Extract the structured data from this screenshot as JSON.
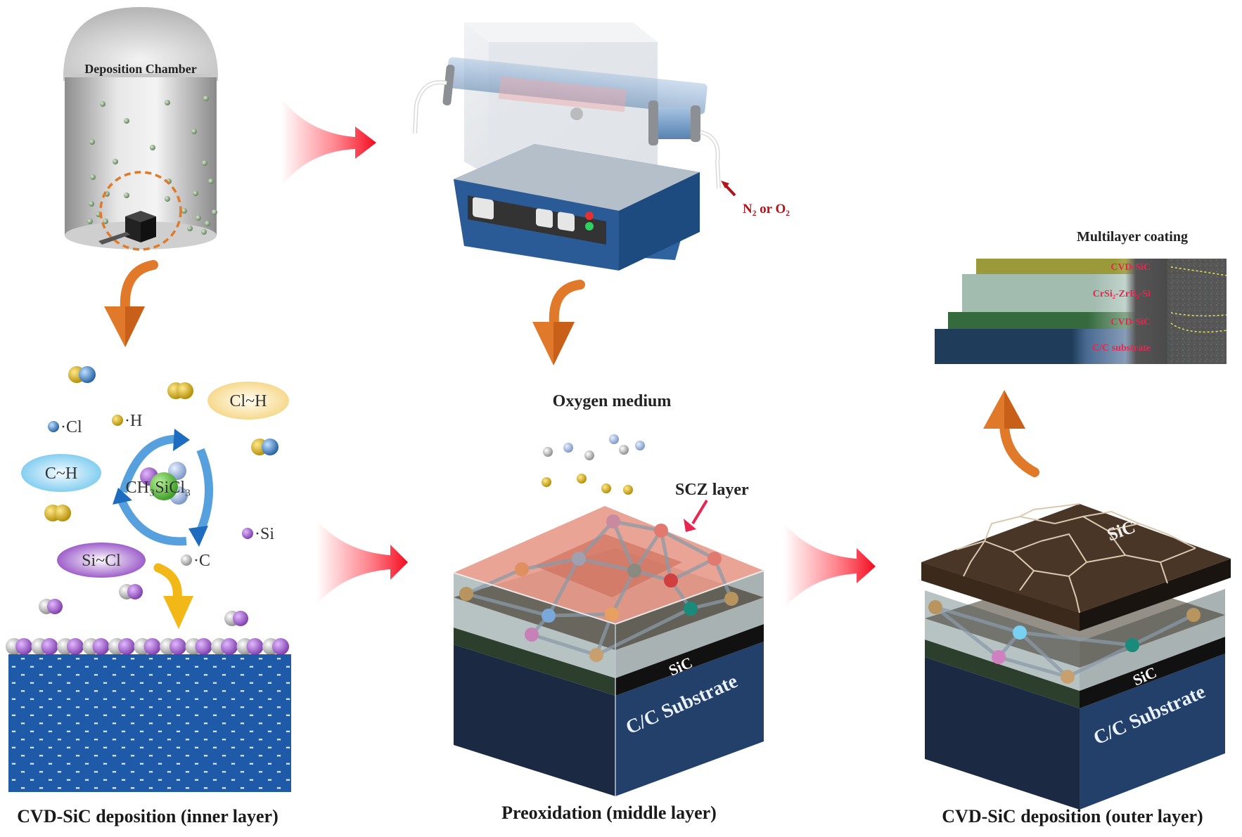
{
  "colors": {
    "red_arrow": "#f20a1e",
    "orange_arrow": "#e07a2a",
    "substrate_dark": "#1b2a42",
    "substrate_side": "#22406a",
    "sic_layer": "#2c3f2c",
    "scz_layer": "#e89a8a",
    "sic_grain": "#4a3626",
    "lattice_blue": "#1e5aa8",
    "furnace_base": "#2f63a0",
    "label_red": "#e8264f"
  },
  "panel_inner": {
    "chamber_title": "Deposition Chamber",
    "caption": "CVD-SiC deposition (inner layer)",
    "precursor": "CH₃SiCl₃",
    "species_labels": {
      "cl_radical": "·Cl",
      "h_radical": "·H",
      "si_radical": "·Si",
      "c_radical": "·C"
    },
    "bond_bubbles": {
      "cl_h": "Cl~H",
      "c_h": "C~H",
      "si_cl": "Si~Cl"
    }
  },
  "panel_middle": {
    "gas_label": "N₂ or O₂",
    "oxygen_label": "Oxygen medium",
    "scz_label": "SCZ layer",
    "sic_label": "SiC",
    "substrate_label": "C/C Substrate",
    "caption": "Preoxidation (middle layer)"
  },
  "panel_outer": {
    "top_sic_label": "SiC",
    "sic_label": "SiC",
    "substrate_label": "C/C Substrate",
    "caption": "CVD-SiC deposition (outer layer)"
  },
  "multilayer": {
    "title": "Multilayer coating",
    "layers": [
      {
        "label": "CVD-SiC",
        "color": "#9a9a3a"
      },
      {
        "label": "CrSi₂-ZrB₂-Si",
        "color": "#9fb8ad"
      },
      {
        "label": "CVD-SiC",
        "color": "#356a3e"
      },
      {
        "label": "C/C substrate",
        "color": "#1f3d5a"
      }
    ]
  }
}
